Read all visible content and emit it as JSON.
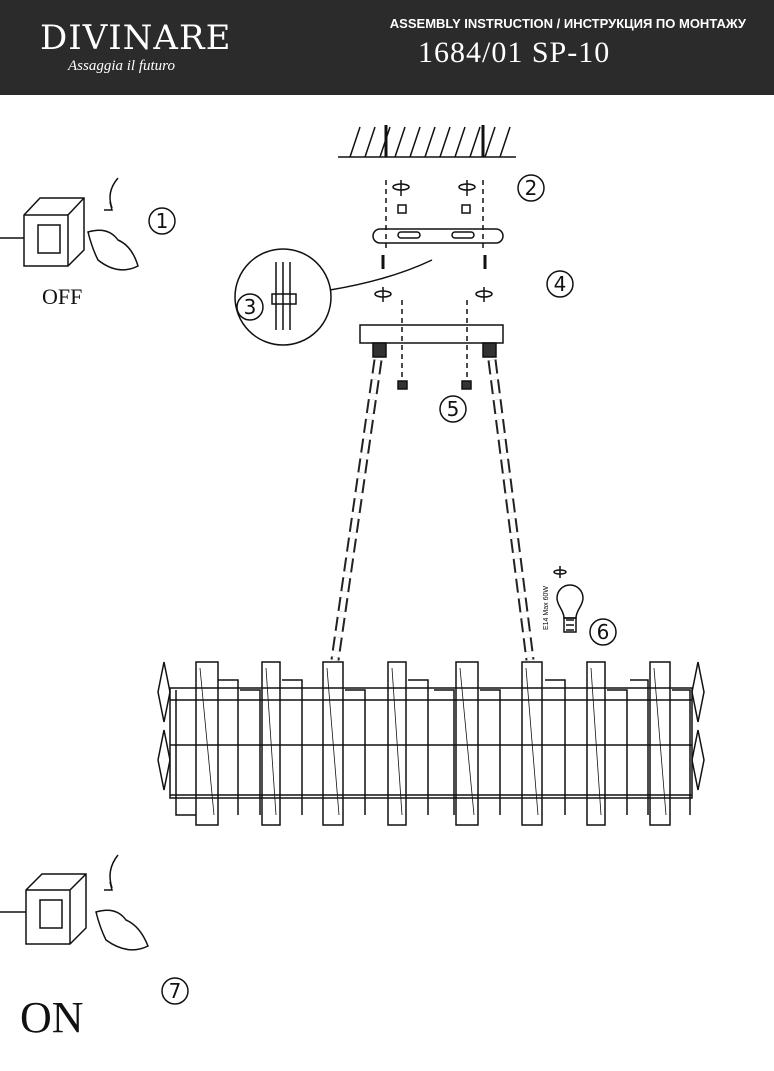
{
  "header": {
    "brand": "DIVINARE",
    "tagline": "Assaggia il futuro",
    "instruction_title": "ASSEMBLY INSTRUCTION / ИНСТРУКЦИЯ ПО МОНТАЖУ",
    "model": "1684/01  SP-10"
  },
  "labels": {
    "off": "OFF",
    "on": "ON"
  },
  "steps": [
    "1",
    "2",
    "3",
    "4",
    "5",
    "6",
    "7"
  ],
  "bulb_spec": "E14 Max 60W"
}
